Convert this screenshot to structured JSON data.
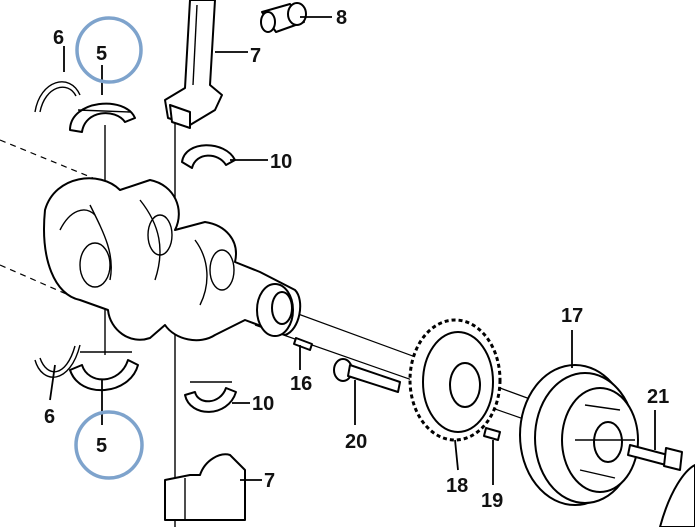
{
  "diagram": {
    "callouts": {
      "c5_top": "5",
      "c6_top": "6",
      "c7_top": "7",
      "c8": "8",
      "c10_top": "10",
      "c16": "16",
      "c17": "17",
      "c6_bottom": "6",
      "c5_bottom": "5",
      "c20": "20",
      "c18": "18",
      "c19": "19",
      "c21": "21",
      "c10_bottom": "10",
      "c7_bottom": "7"
    },
    "highlight_color": "#7ea3cc"
  }
}
